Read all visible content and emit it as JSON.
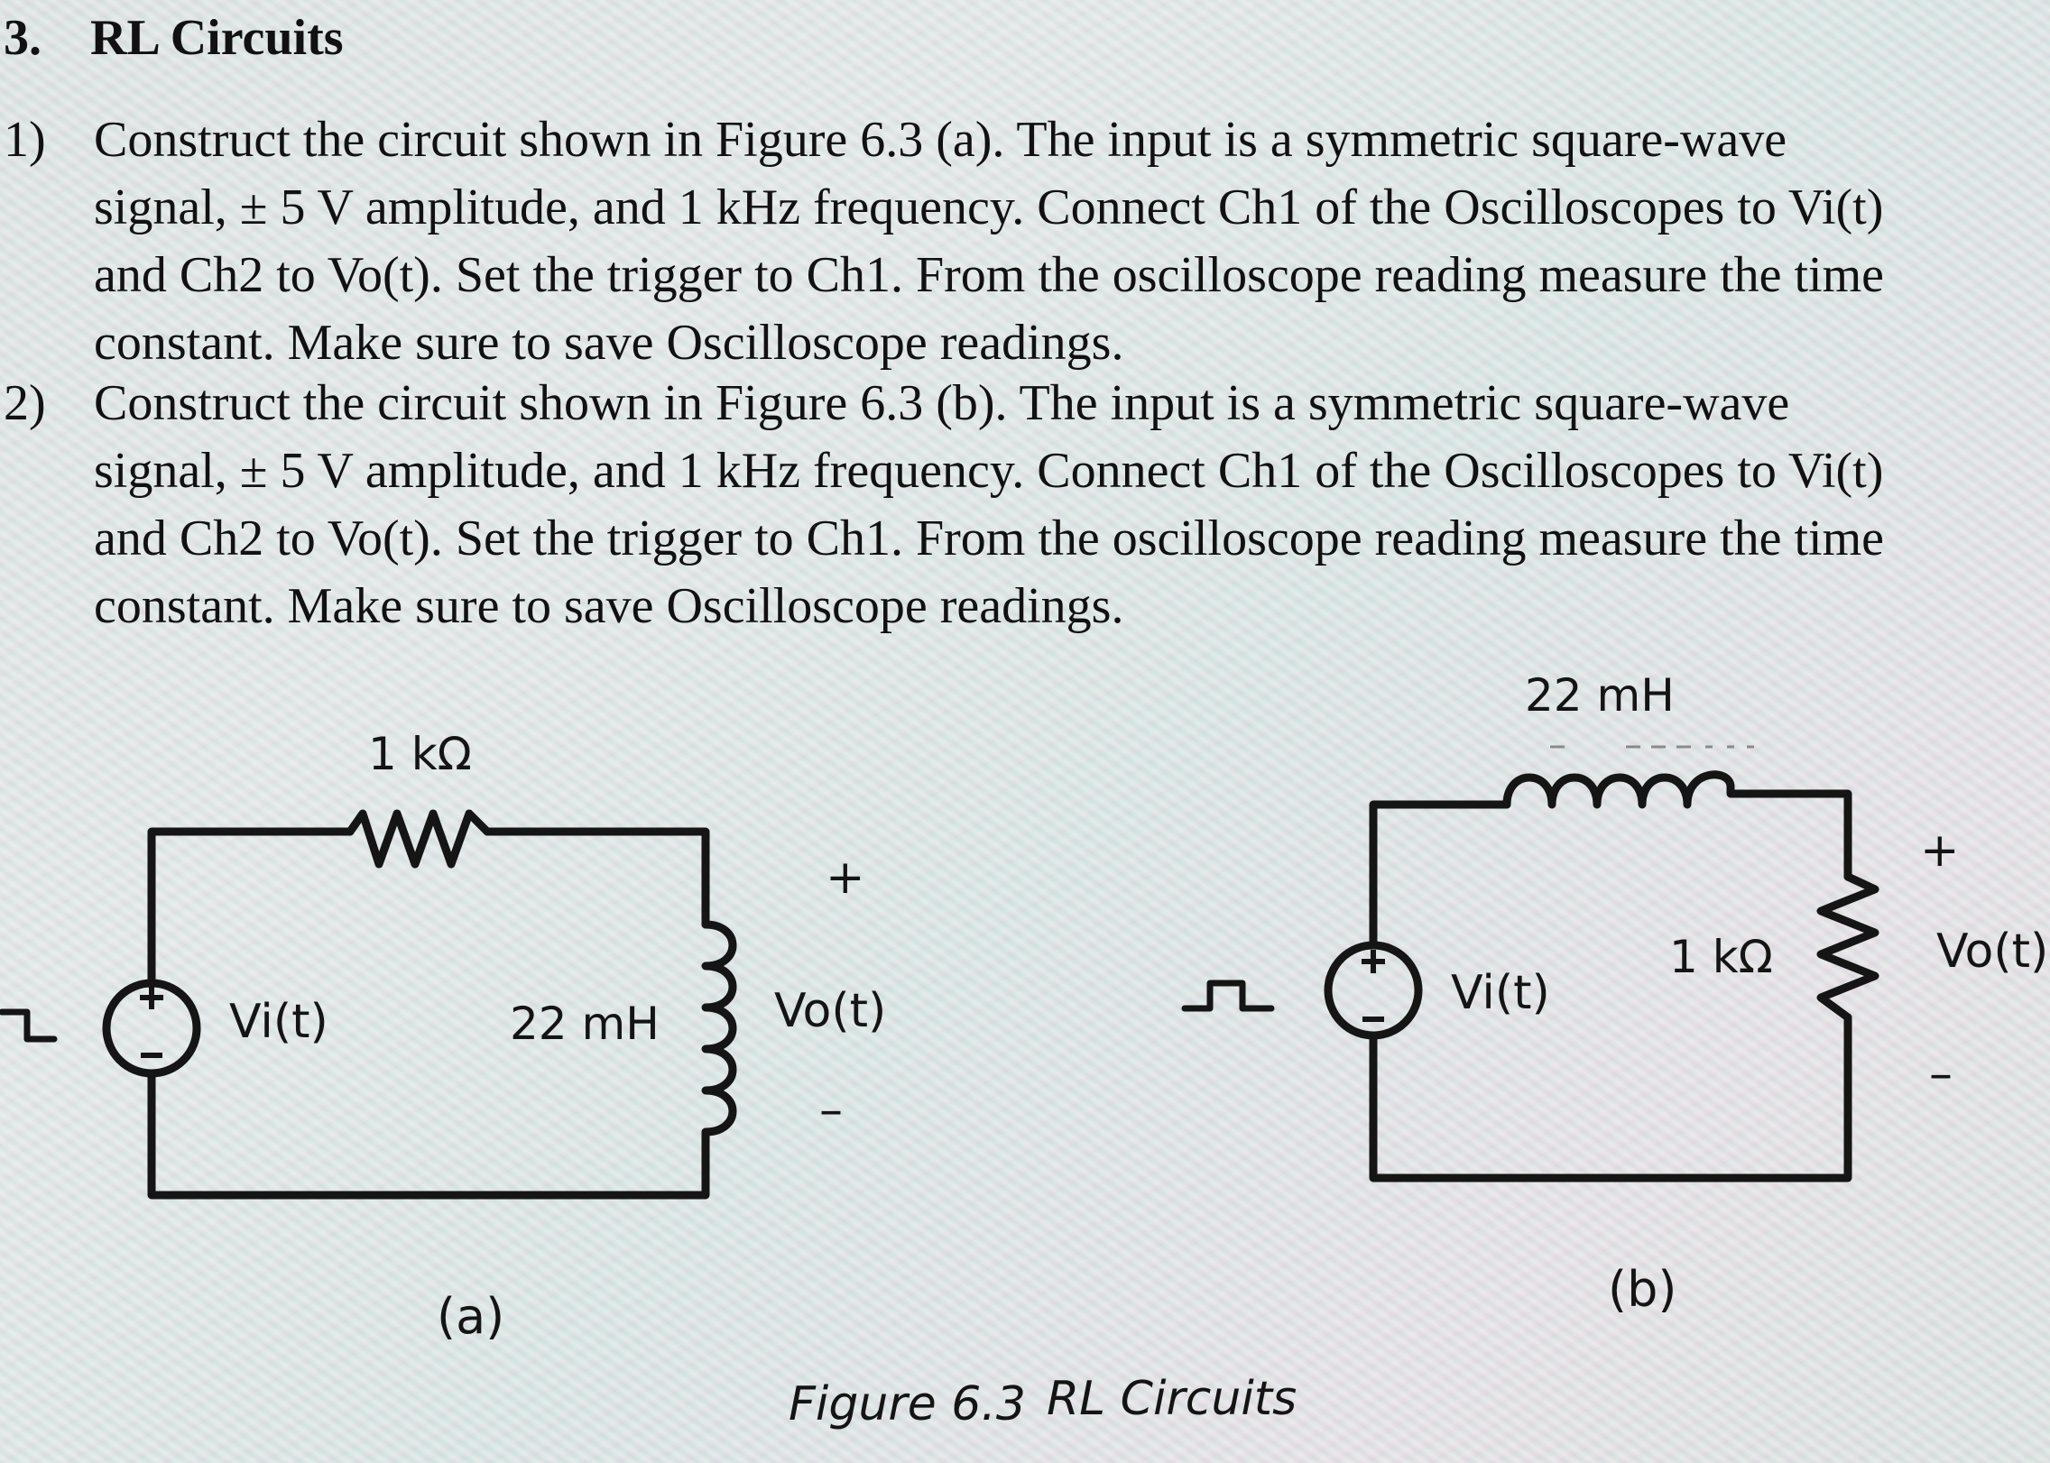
{
  "section": {
    "number": "3.",
    "title": "RL Circuits"
  },
  "steps": [
    {
      "marker": "1)",
      "lines": [
        "Construct the circuit shown in Figure 6.3 (a). The input is a symmetric square-wave",
        "signal, ± 5 V amplitude, and 1 kHz frequency. Connect Ch1 of the Oscilloscopes to Vi(t)",
        "and Ch2 to Vo(t). Set the trigger to Ch1. From the oscilloscope reading measure the time",
        "constant. Make sure to save Oscilloscope readings."
      ]
    },
    {
      "marker": "2)",
      "lines": [
        "Construct the circuit shown in Figure 6.3 (b). The input is a symmetric square-wave",
        "signal, ± 5 V amplitude, and 1 kHz frequency. Connect Ch1 of the Oscilloscopes to Vi(t)",
        "and Ch2 to Vo(t). Set the trigger to Ch1. From the oscilloscope reading measure the time",
        "constant. Make sure to save Oscilloscope readings."
      ]
    }
  ],
  "figure": {
    "circuit_a": {
      "resistor_label": "1 kΩ",
      "inductor_label": "22 mH",
      "source_label": "Vi(t)",
      "output_label": "Vo(t)",
      "plus": "+",
      "minus": "–",
      "sublabel": "(a)"
    },
    "circuit_b": {
      "inductor_label": "22 mH",
      "resistor_label": "1 kΩ",
      "source_label": "Vi(t)",
      "output_label": "Vo(t)",
      "plus": "+",
      "minus": "–",
      "sublabel": "(b)"
    },
    "caption_number": "Figure 6.3",
    "caption_title": "RL Circuits"
  }
}
